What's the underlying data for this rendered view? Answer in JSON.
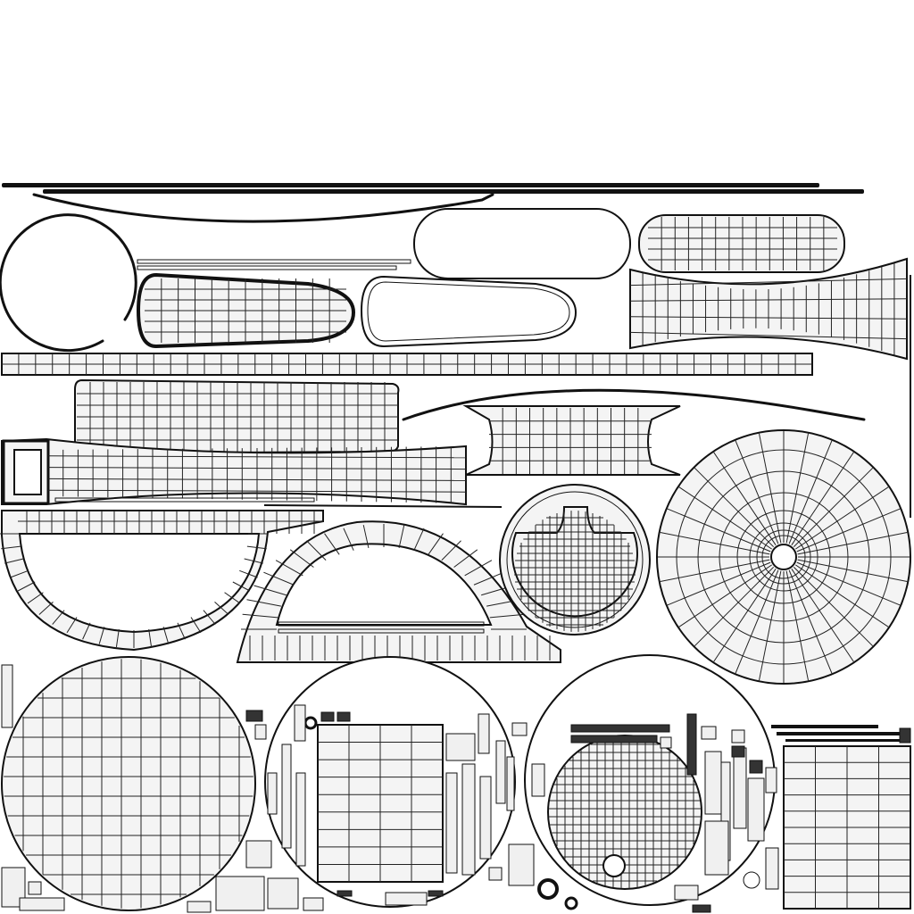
{
  "canvas": {
    "background": "#ffffff",
    "line_color": "#111111",
    "fill_color": "#f4f4f4"
  },
  "islands": [
    {
      "id": "top-rod-1",
      "kind": "rod"
    },
    {
      "id": "top-rod-2",
      "kind": "rod"
    },
    {
      "id": "curved-trim-top",
      "kind": "curve"
    },
    {
      "id": "ring-left",
      "kind": "ring"
    },
    {
      "id": "pill-outline-top",
      "kind": "capsule-outline"
    },
    {
      "id": "pill-mesh-top",
      "kind": "capsule-mesh"
    },
    {
      "id": "pill-mesh-left",
      "kind": "capsule-mesh"
    },
    {
      "id": "pill-outline-mid",
      "kind": "capsule-outline"
    },
    {
      "id": "bowtie-strip",
      "kind": "strip-mesh"
    },
    {
      "id": "long-strip",
      "kind": "strip-mesh"
    },
    {
      "id": "wide-panel",
      "kind": "panel-mesh"
    },
    {
      "id": "curved-trim-mid",
      "kind": "curve"
    },
    {
      "id": "bracket-panel",
      "kind": "panel-mesh"
    },
    {
      "id": "tapered-strip",
      "kind": "strip-mesh"
    },
    {
      "id": "arc-band-left",
      "kind": "arc-mesh"
    },
    {
      "id": "arc-band-center",
      "kind": "arc-mesh"
    },
    {
      "id": "sphere-cap",
      "kind": "disk-mesh"
    },
    {
      "id": "radial-disk",
      "kind": "radial-mesh"
    },
    {
      "id": "big-disk-left",
      "kind": "disk-mesh"
    },
    {
      "id": "disk-center",
      "kind": "disk-mesh"
    },
    {
      "id": "disk-right",
      "kind": "disk-mesh"
    },
    {
      "id": "panel-right",
      "kind": "panel-mesh"
    }
  ]
}
